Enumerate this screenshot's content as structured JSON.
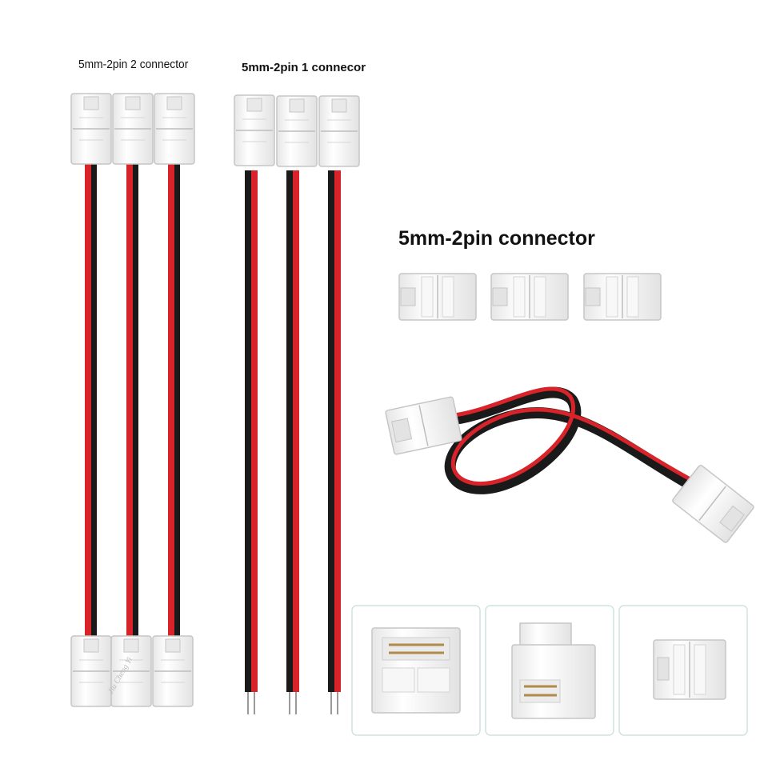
{
  "labels": {
    "group_two_connector": "5mm-2pin 2 connector",
    "group_one_connector": "5mm-2pin 1 connecor",
    "loose_connectors": "5mm-2pin connector"
  },
  "watermark": "Jiu Cheng Yi",
  "colors": {
    "wire_red": "#d8232a",
    "wire_black": "#1a1a1a",
    "connector_white": "#f4f4f4",
    "connector_edge": "#c9c9c9",
    "panel_border": "#cfe3e0"
  }
}
